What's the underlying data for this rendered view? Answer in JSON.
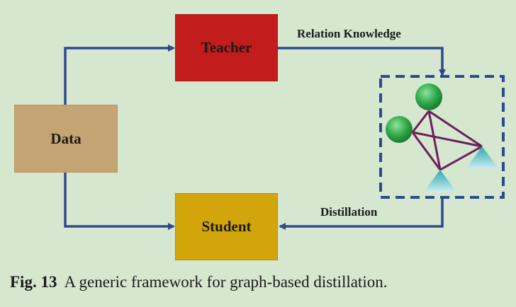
{
  "nodes": {
    "data": "Data",
    "teacher": "Teacher",
    "student": "Student"
  },
  "edges": {
    "relation_knowledge": "Relation Knowledge",
    "distillation": "Distillation"
  },
  "caption": {
    "label": "Fig. 13",
    "text": "A generic framework for graph-based distillation."
  },
  "colors": {
    "background": "#d6e7cf",
    "arrow": "#2e4a8c",
    "data": "#c4a472",
    "teacher": "#c21c1c",
    "student": "#d2a50a",
    "graph_edge": "#6a1f5a",
    "circle_node": "#2fa84a",
    "triangle_node": "#3fb8c0"
  },
  "icons": {
    "graph": "relation-graph-icon"
  }
}
